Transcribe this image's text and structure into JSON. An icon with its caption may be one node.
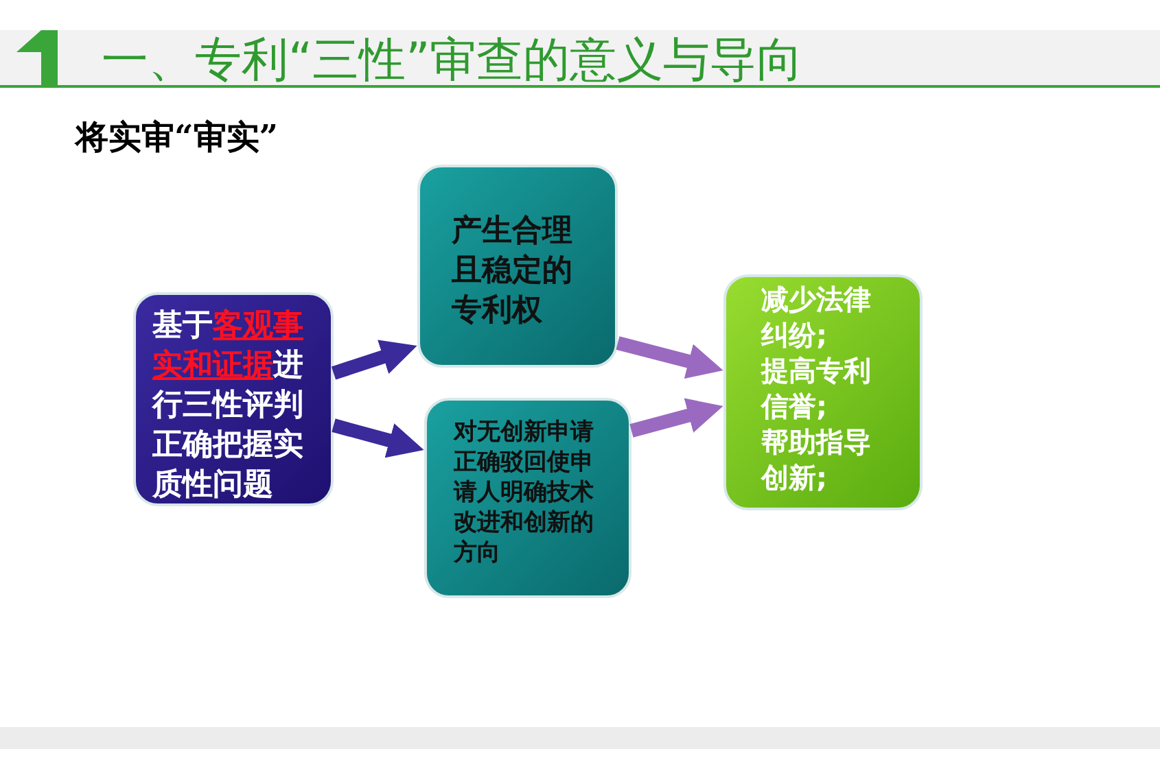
{
  "diagram": {
    "title": "一、专利“三性”审查的意义与导向",
    "nodes": [
      {
        "text": [
          "基于**客观事实和证据**进行三性评判正确把握实质性问题"
        ]
      },
      {
        "text": [
          "产生合理且稳定的专利权"
        ]
      },
      {
        "text": [
          "对无创新申请正确驳回使申请人明确技术改进和创新的方向"
        ]
      },
      {
        "text": [
          "减少法律纠纷;",
          "提高专利信誉;",
          "帮助指导创新;"
        ]
      }
    ],
    "edges": [
      {
        "from": 0,
        "to": 1,
        "arrow": "to",
        "color": "#3a2a9a"
      },
      {
        "from": 0,
        "to": 2,
        "arrow": "to",
        "color": "#3a2a9a"
      },
      {
        "from": 1,
        "to": 3,
        "arrow": "to",
        "color": "#9a6ac0"
      },
      {
        "from": 2,
        "to": 3,
        "arrow": "to",
        "color": "#9a6ac0"
      }
    ],
    "labels": [
      "将实审“审实”"
    ]
  }
}
